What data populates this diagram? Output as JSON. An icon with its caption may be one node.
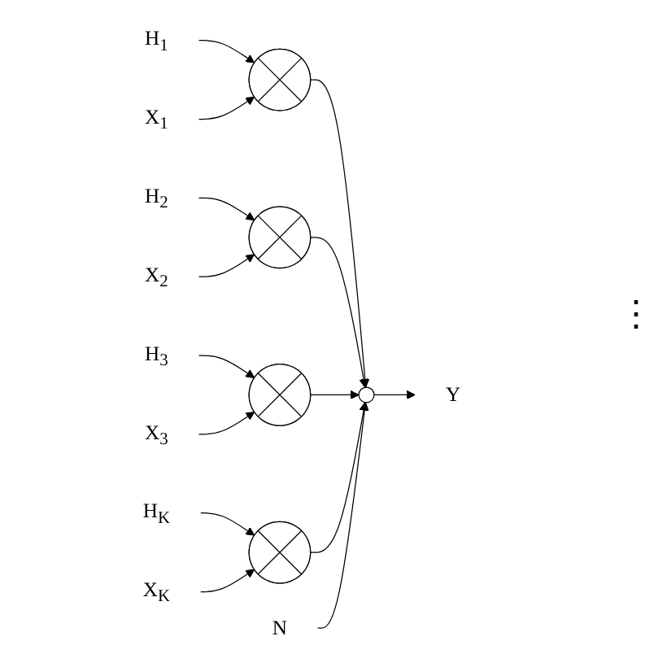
{
  "diagram": {
    "nodes": [
      {
        "text": [
          "H$_{1}$"
        ]
      },
      {
        "text": [
          "X$_{1}$"
        ]
      },
      {
        "text": [],
        "shape": "circle"
      },
      {
        "text": [
          "H$_{2}$"
        ]
      },
      {
        "text": [
          "X$_{2}$"
        ]
      },
      {
        "text": [],
        "shape": "circle"
      },
      {
        "text": [
          "H$_{3}$"
        ]
      },
      {
        "text": [
          "X$_{3}$"
        ]
      },
      {
        "text": [],
        "shape": "circle"
      },
      {
        "text": [
          "H$_{K}$"
        ]
      },
      {
        "text": [
          "X$_{K}$"
        ]
      },
      {
        "text": [],
        "shape": "circle"
      },
      {
        "text": [
          "N"
        ]
      },
      {
        "text": [],
        "shape": "circle"
      },
      {
        "text": [
          "Y"
        ]
      }
    ],
    "edges": [
      {
        "from": 0,
        "to": 2,
        "arrow": "to"
      },
      {
        "from": 1,
        "to": 2,
        "arrow": "to"
      },
      {
        "from": 3,
        "to": 5,
        "arrow": "to"
      },
      {
        "from": 4,
        "to": 5,
        "arrow": "to"
      },
      {
        "from": 6,
        "to": 8,
        "arrow": "to"
      },
      {
        "from": 7,
        "to": 8,
        "arrow": "to"
      },
      {
        "from": 9,
        "to": 11,
        "arrow": "to"
      },
      {
        "from": 10,
        "to": 11,
        "arrow": "to"
      },
      {
        "from": 2,
        "to": 13,
        "arrow": "to"
      },
      {
        "from": 5,
        "to": 13,
        "arrow": "to"
      },
      {
        "from": 8,
        "to": 13,
        "arrow": "to"
      },
      {
        "from": 11,
        "to": 13,
        "arrow": "to"
      },
      {
        "from": 12,
        "to": 13,
        "arrow": "to"
      },
      {
        "from": 13,
        "to": 14,
        "arrow": "to"
      }
    ],
    "labels": [
      "⋮"
    ]
  }
}
